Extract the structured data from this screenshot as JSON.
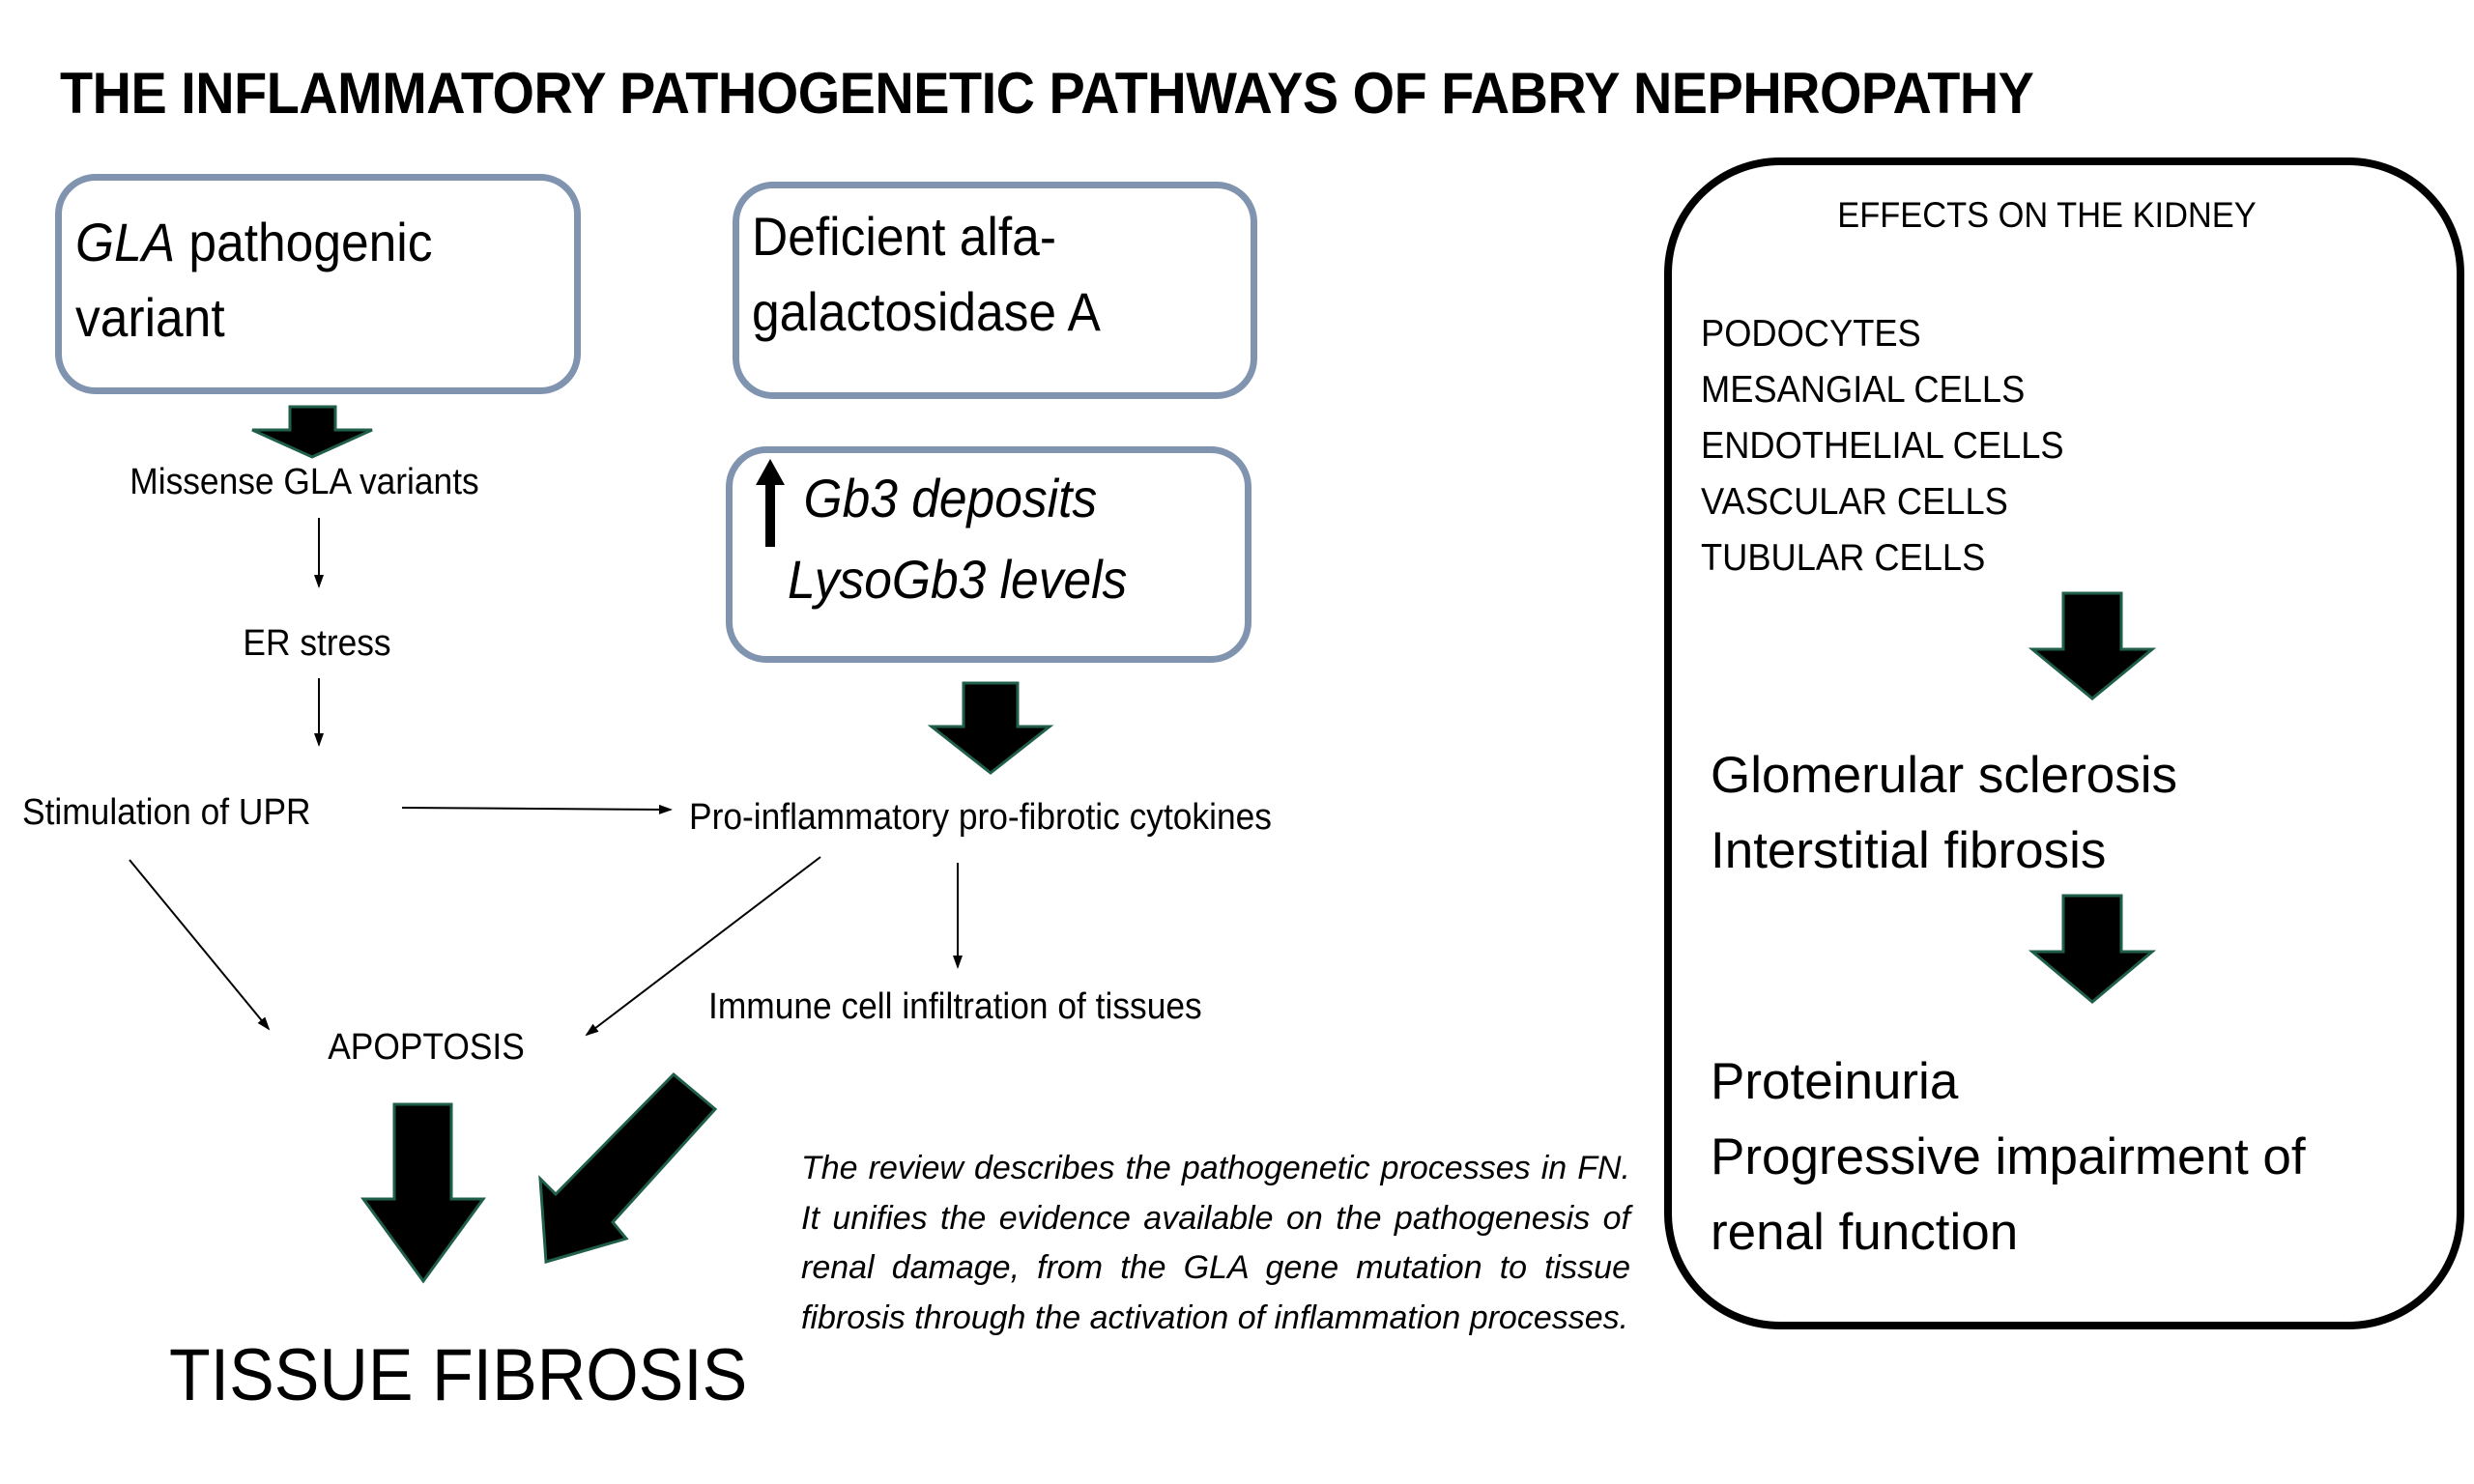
{
  "title": "THE INFLAMMATORY PATHOGENETIC PATHWAYS OF FABRY NEPHROPATHY",
  "left_column": {
    "gene_box": {
      "italic_part": "GLA",
      "rest_line1": " pathogenic",
      "line2": "variant"
    },
    "missense": "Missense GLA variants",
    "er_stress": "ER stress",
    "upr": "Stimulation of UPR",
    "apoptosis": "APOPTOSIS",
    "outcome": "TISSUE FIBROSIS"
  },
  "middle_column": {
    "enzyme_box": {
      "line1": "Deficient alfa-",
      "line2": "galactosidase A"
    },
    "gb3_box": {
      "arrow_icon": "up-arrow",
      "line1": "Gb3 deposits",
      "line2": "LysoGb3 levels"
    },
    "cytokines": "Pro-inflammatory pro-fibrotic  cytokines",
    "immune": "Immune cell infiltration of tissues"
  },
  "summary": "The review describes the pathogenetic processes in FN. It unifies the evidence available on the pathogenesis of renal damage, from the  GLA gene mutation to tissue fibrosis through the activation of inflammation processes.",
  "kidney_panel": {
    "heading": "EFFECTS ON  THE KIDNEY",
    "cells": [
      "PODOCYTES",
      "MESANGIAL CELLS",
      "ENDOTHELIAL CELLS",
      "VASCULAR CELLS",
      "TUBULAR CELLS"
    ],
    "stage2": [
      "Glomerular sclerosis",
      "Interstitial fibrosis"
    ],
    "stage3": [
      "Proteinuria",
      "Progressive impairment of",
      "renal function"
    ]
  },
  "colors": {
    "box_border": "#8094b0",
    "arrow_fill": "#000000",
    "arrow_outline": "#1f5e4a",
    "panel_border": "#000000"
  }
}
